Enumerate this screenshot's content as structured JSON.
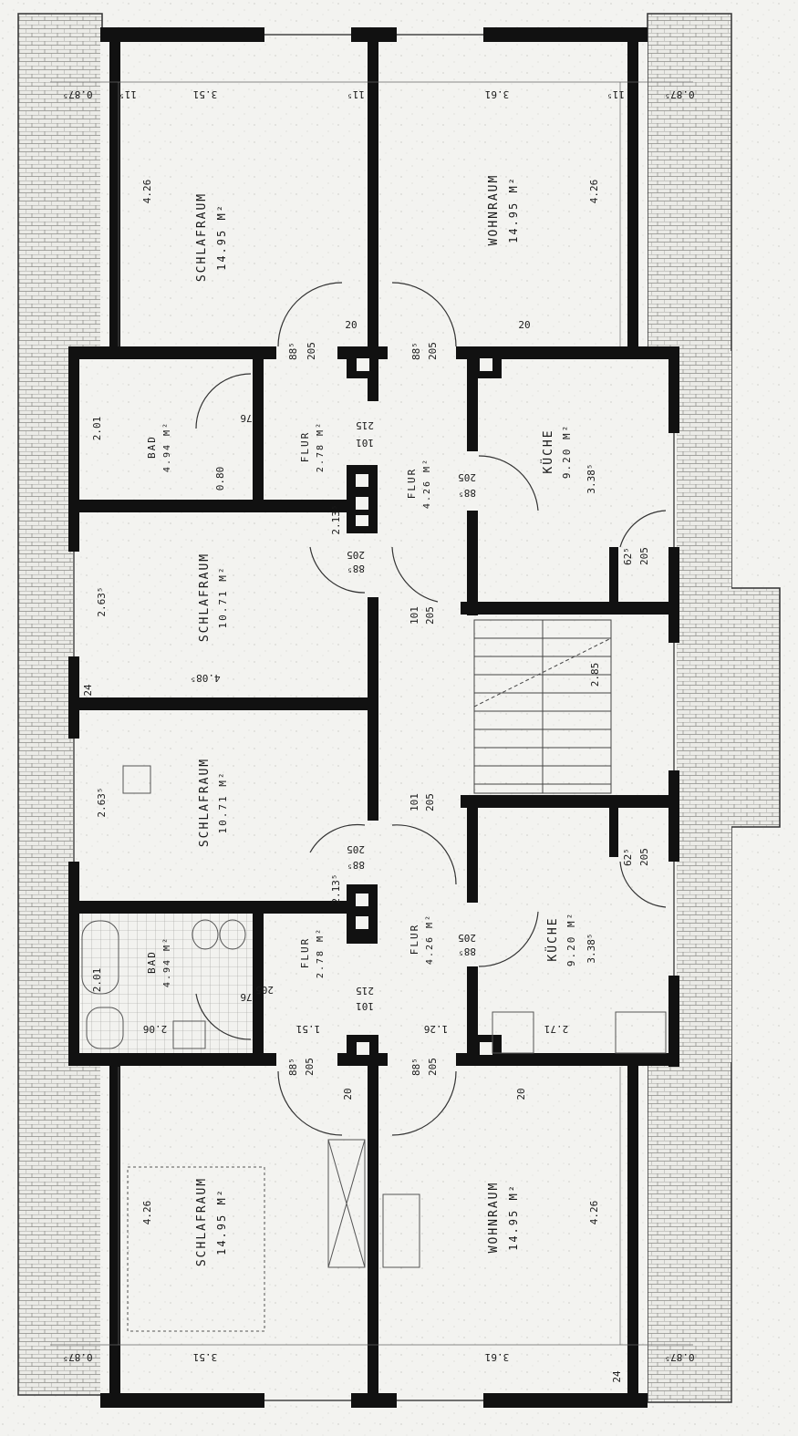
{
  "rooms": [
    {
      "id": "top-left-bedroom",
      "name": "SCHLAFRAUM",
      "area": "14.95 M²"
    },
    {
      "id": "top-right-living",
      "name": "WOHNRAUM",
      "area": "14.95 M²"
    },
    {
      "id": "top-bath",
      "name": "BAD",
      "area": "4.94 M²"
    },
    {
      "id": "top-hall-small",
      "name": "FLUR",
      "area": "2.78 M²"
    },
    {
      "id": "top-hall-large",
      "name": "FLUR",
      "area": "4.26 M²"
    },
    {
      "id": "top-kitchen",
      "name": "KÜCHE",
      "area": "9.20 M²"
    },
    {
      "id": "mid-bedroom-upper",
      "name": "SCHLAFRAUM",
      "area": "10.71 M²"
    },
    {
      "id": "mid-bedroom-lower",
      "name": "SCHLAFRAUM",
      "area": "10.71 M²"
    },
    {
      "id": "bottom-bath",
      "name": "BAD",
      "area": "4.94 M²"
    },
    {
      "id": "bottom-hall-small",
      "name": "FLUR",
      "area": "2.78 M²"
    },
    {
      "id": "bottom-hall-large",
      "name": "FLUR",
      "area": "4.26 M²"
    },
    {
      "id": "bottom-kitchen",
      "name": "KÜCHE",
      "area": "9.20 M²"
    },
    {
      "id": "bottom-left-bedroom",
      "name": "SCHLAFRAUM",
      "area": "14.95 M²"
    },
    {
      "id": "bottom-right-living",
      "name": "WOHNRAUM",
      "area": "14.95 M²"
    }
  ],
  "dimensions": {
    "d426": "4.26",
    "d351": "3.51",
    "d361": "3.61",
    "d201": "2.01",
    "d2635": "2.63⁵",
    "d4085": "4.08⁵",
    "d3385": "3.38⁵",
    "d271": "2.71",
    "d126": "1.26",
    "d151": "1.51",
    "d206": "2.06",
    "d0875": "0.87⁵",
    "d080": "0.80",
    "d1105": "11⁵",
    "d885": "88⁵",
    "d205": "205",
    "d101": "101",
    "d215": "215",
    "d2020": "20",
    "d625": "62⁵",
    "d76": "76",
    "d24": "24",
    "d285": "2.85",
    "d2135": "2.13⁵"
  }
}
